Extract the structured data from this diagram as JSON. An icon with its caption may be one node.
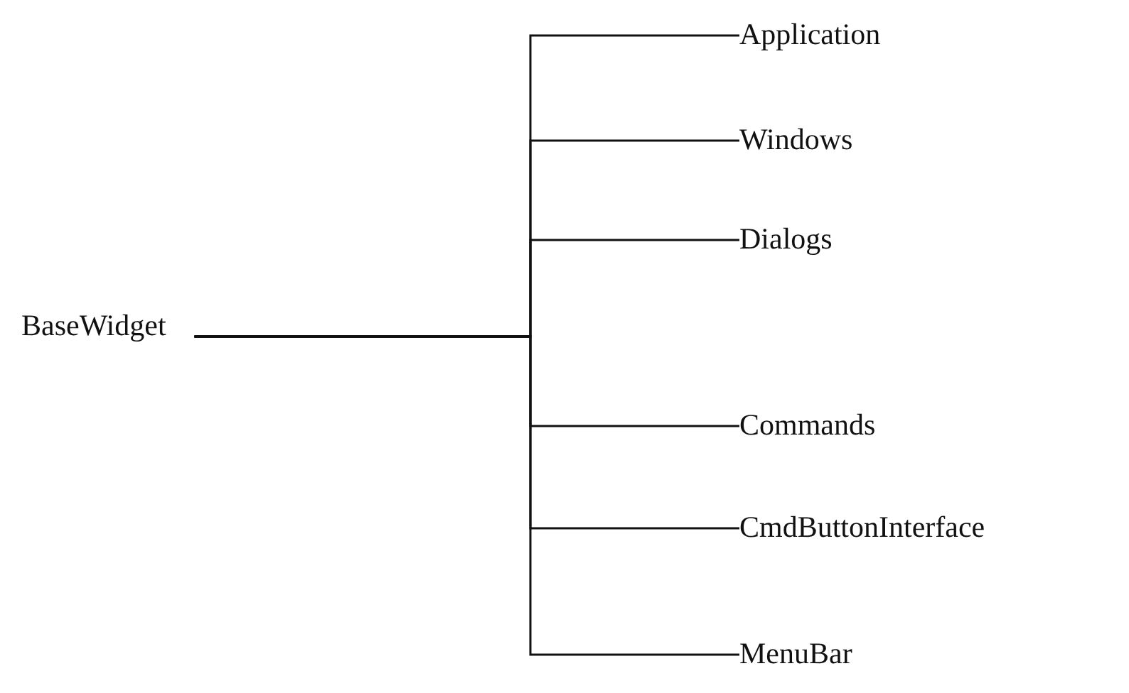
{
  "diagram": {
    "nodes": [
      {
        "text": [
          "BaseWidget"
        ]
      },
      {
        "text": [
          "Application"
        ]
      },
      {
        "text": [
          "Windows"
        ]
      },
      {
        "text": [
          "Dialogs"
        ]
      },
      {
        "text": [
          "Commands"
        ]
      },
      {
        "text": [
          "CmdButtonInterface"
        ]
      },
      {
        "text": [
          "MenuBar"
        ]
      }
    ],
    "edges": [
      {
        "from": 0,
        "to": 1,
        "arrow": "none"
      },
      {
        "from": 0,
        "to": 2,
        "arrow": "none"
      },
      {
        "from": 0,
        "to": 3,
        "arrow": "none"
      },
      {
        "from": 0,
        "to": 4,
        "arrow": "none"
      },
      {
        "from": 0,
        "to": 5,
        "arrow": "none"
      },
      {
        "from": 0,
        "to": 6,
        "arrow": "none"
      }
    ]
  }
}
